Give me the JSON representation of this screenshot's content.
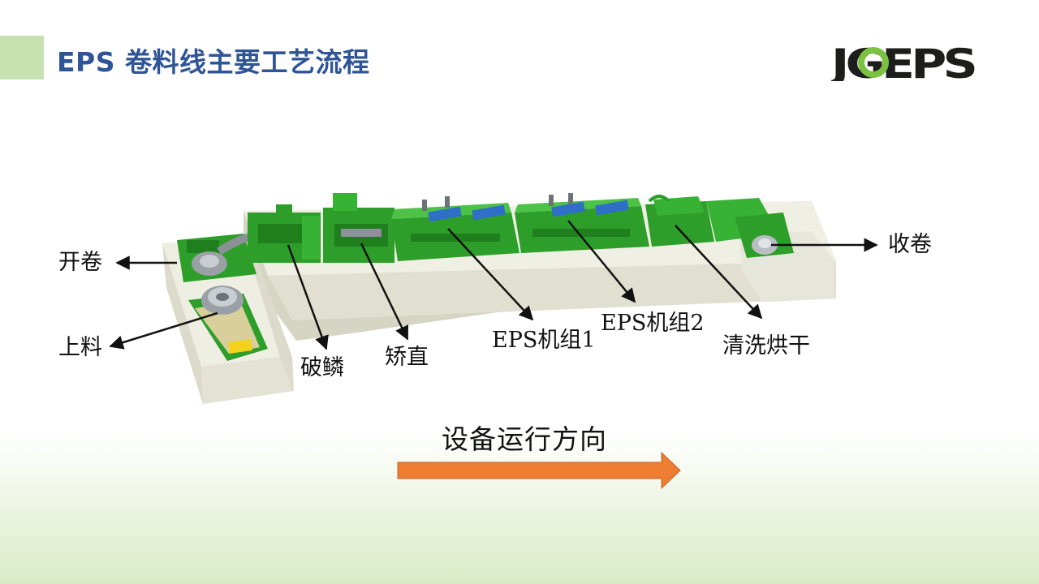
{
  "title": "EPS 卷料线主要工艺流程",
  "logo": {
    "text": "JGEPS"
  },
  "labels": {
    "uncoil": "开卷",
    "loading": "上料",
    "descale": "破鳞",
    "straighten": "矫直",
    "eps1": "EPS机组1",
    "eps2": "EPS机组2",
    "wash_dry": "清洗烘干",
    "recoil": "收卷"
  },
  "direction_label": "设备运行方向",
  "colors": {
    "title": "#2f5597",
    "accent": "#c7e2b0",
    "machine_green": "#2e9e2a",
    "arrow": "#ed7d31",
    "platform": "#ecebdf"
  }
}
